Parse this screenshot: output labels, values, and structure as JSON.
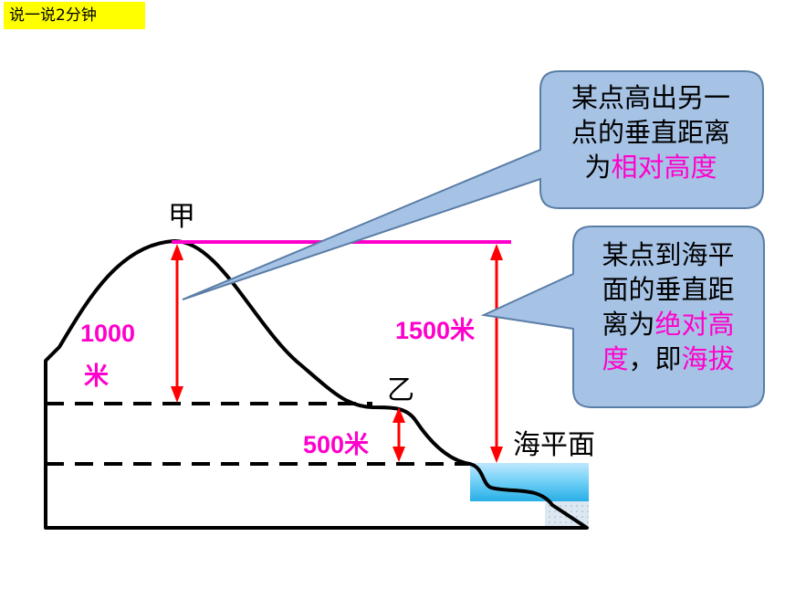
{
  "tag": "说一说2分钟",
  "peak_label": "甲",
  "point_label": "乙",
  "sea_level_label": "海平面",
  "measure_1000_a": "1000",
  "measure_1000_b": "米",
  "measure_1500": "1500米",
  "measure_500": "500米",
  "relative_callout": {
    "line1": "某点高出另一",
    "line2": "点的垂直距离",
    "line3_pre": "为",
    "line3_hl": "相对高度"
  },
  "absolute_callout": {
    "line1": "某点到海平",
    "line2": "面的垂直距",
    "line3_pre": "离为",
    "line3_hl": "绝对高",
    "line4_hl1": "度",
    "line4_mid": "，即",
    "line4_hl2": "海拔"
  },
  "colors": {
    "magenta": "#ff00cc",
    "arrow_red": "#ff0000",
    "callout_fill": "#a6c3e6",
    "tag_bg": "#ffff00"
  }
}
